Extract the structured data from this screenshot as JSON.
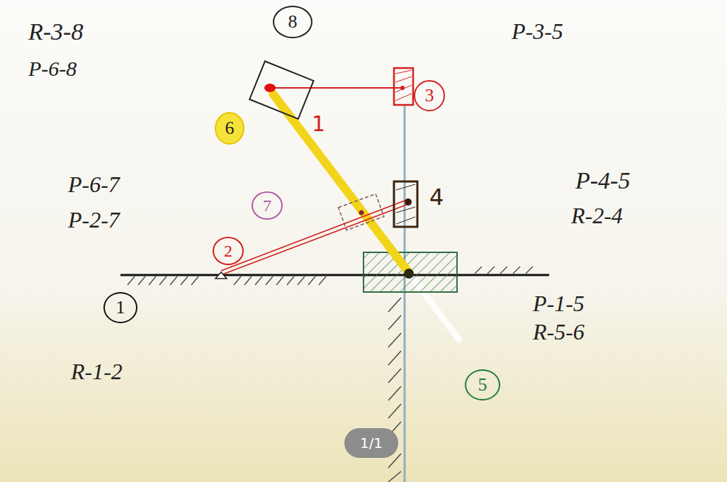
{
  "diagram": {
    "nodes": [
      {
        "text": [
          "8"
        ]
      },
      {
        "text": [
          "6"
        ]
      },
      {
        "text": [
          "3"
        ]
      },
      {
        "text": [
          "7"
        ]
      },
      {
        "text": [
          "2"
        ]
      },
      {
        "text": [
          "1"
        ]
      },
      {
        "text": [
          "5"
        ]
      },
      {
        "text": [
          "1/1"
        ]
      }
    ],
    "labels": [
      "R-3-8",
      "P-6-8",
      "P-3-5",
      "1",
      "P-6-7",
      "P-2-7",
      "P-4-5",
      "4",
      "R-2-4",
      "P-1-5",
      "R-5-6",
      "R-1-2"
    ]
  }
}
